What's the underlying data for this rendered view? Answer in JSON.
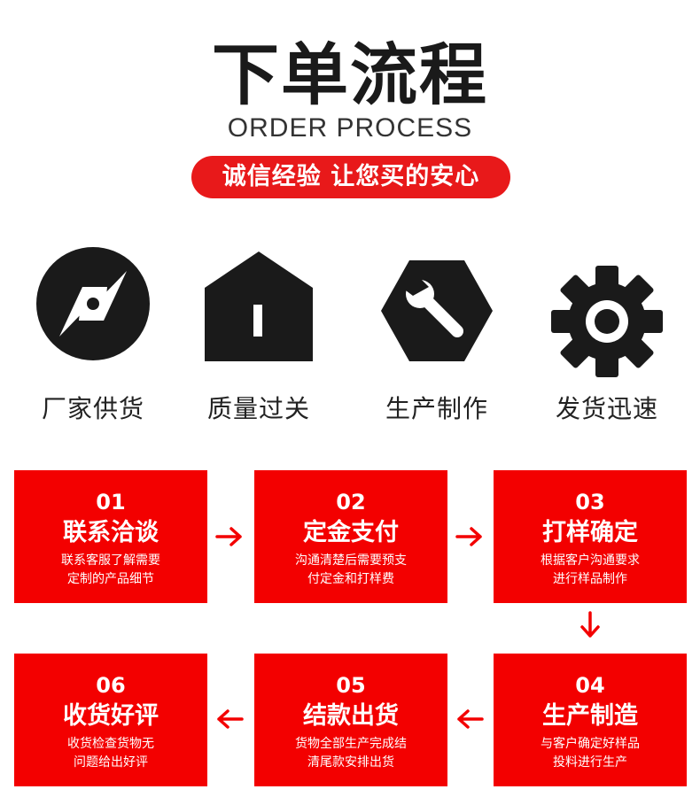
{
  "header": {
    "title": "下单流程",
    "subtitle": "ORDER PROCESS",
    "slogan": "诚信经验  让您买的安心"
  },
  "features": [
    {
      "icon": "compass-icon",
      "label": "厂家供货"
    },
    {
      "icon": "house-icon",
      "label": "质量过关"
    },
    {
      "icon": "wrench-icon",
      "label": "生产制作"
    },
    {
      "icon": "gear-icon",
      "label": "发货迅速"
    }
  ],
  "steps": [
    {
      "num": "01",
      "name": "联系洽谈",
      "desc": [
        "联系客服了解需要",
        "定制的产品细节"
      ]
    },
    {
      "num": "02",
      "name": "定金支付",
      "desc": [
        "沟通清楚后需要预支",
        "付定金和打样费"
      ]
    },
    {
      "num": "03",
      "name": "打样确定",
      "desc": [
        "根据客户沟通要求",
        "进行样品制作"
      ]
    },
    {
      "num": "04",
      "name": "生产制造",
      "desc": [
        "与客户确定好样品",
        "投料进行生产"
      ]
    },
    {
      "num": "05",
      "name": "结款出货",
      "desc": [
        "货物全部生产完成结",
        "清尾款安排出货"
      ]
    },
    {
      "num": "06",
      "name": "收货好评",
      "desc": [
        "收货检查货物无",
        "问题给出好评"
      ]
    }
  ],
  "colors": {
    "accent": "#f30000",
    "icon": "#1a1a1a",
    "slogan_bg": "#e8191a"
  }
}
